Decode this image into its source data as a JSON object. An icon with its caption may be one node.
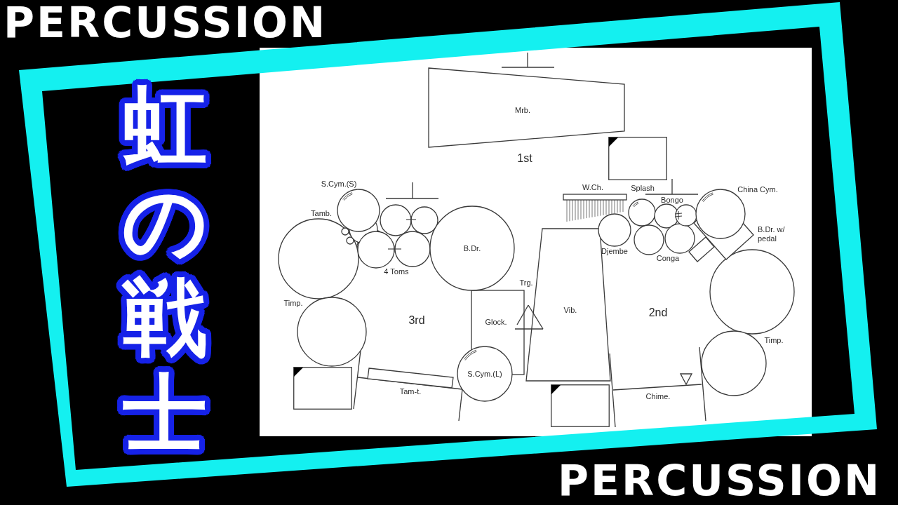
{
  "diagram": {
    "title": "虹の戦士",
    "nodes": [
      {
        "text": [
          "Mrb."
        ]
      },
      {
        "text": [],
        "shape": "box"
      },
      {
        "text": [
          "S.Cym.(S)"
        ]
      },
      {
        "text": [
          "W.Ch."
        ]
      },
      {
        "text": [
          "Splash"
        ]
      },
      {
        "text": [
          "China Cym."
        ]
      },
      {
        "text": [
          "Tamb."
        ]
      },
      {
        "text": [],
        "shape": "circle"
      },
      {
        "text": [],
        "shape": "circle"
      },
      {
        "text": [],
        "shape": "circle"
      },
      {
        "text": [],
        "shape": "circle"
      },
      {
        "text": [],
        "shape": "circle"
      },
      {
        "text": [],
        "shape": "circle"
      },
      {
        "text": [
          "B.Dr."
        ]
      },
      {
        "text": [
          "Djembe"
        ]
      },
      {
        "text": [],
        "shape": "circle"
      },
      {
        "text": [],
        "shape": "circle"
      },
      {
        "text": [
          "B.Dr. w/ pedal"
        ]
      },
      {
        "text": [],
        "shape": "circle"
      },
      {
        "text": [
          "Vib."
        ]
      },
      {
        "text": [],
        "shape": "circle"
      },
      {
        "text": [
          "Trg."
        ]
      },
      {
        "text": [
          "Glock."
        ]
      },
      {
        "text": [],
        "shape": "circle"
      },
      {
        "text": [],
        "shape": "circle"
      },
      {
        "text": [
          "Tam-t."
        ]
      },
      {
        "text": [
          "S.Cym.(L)"
        ]
      },
      {
        "text": [],
        "shape": "box"
      },
      {
        "text": [
          "Chime."
        ]
      },
      {
        "text": [],
        "shape": "box"
      }
    ],
    "labels": [
      "PERCUSSION",
      "1st",
      "Bongo",
      "Conga",
      "4 Toms",
      "Timp.",
      "3rd",
      "2nd",
      "Timp.",
      "PERCUSSION"
    ]
  }
}
